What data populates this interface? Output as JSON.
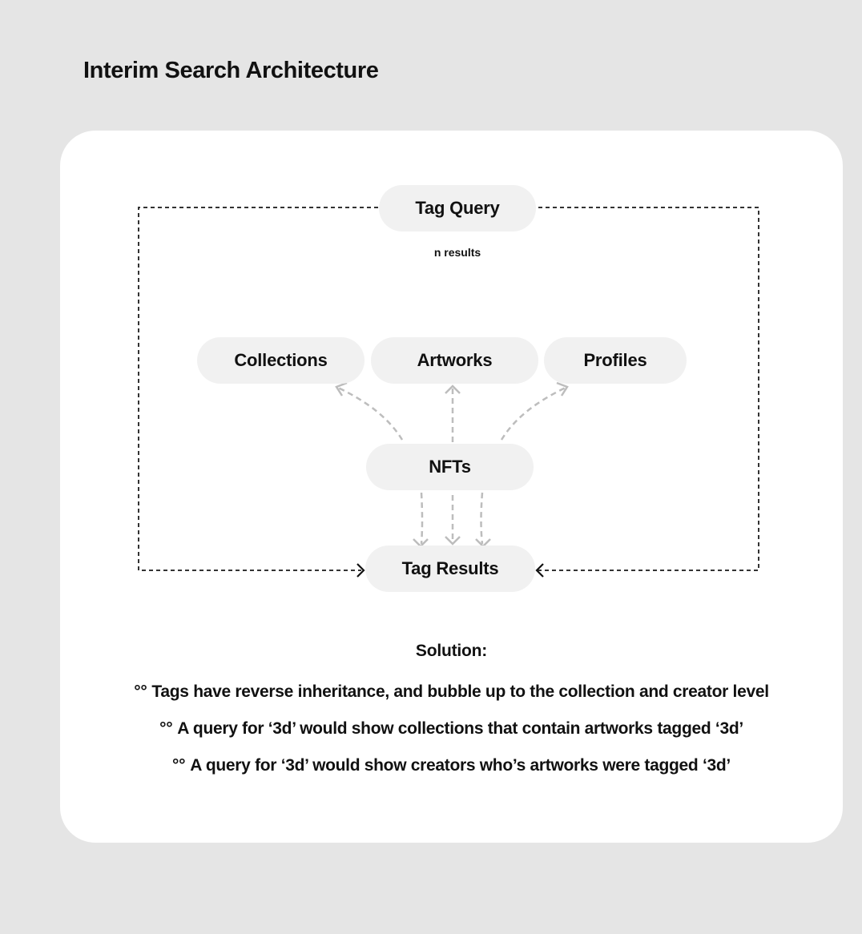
{
  "page": {
    "title": "Interim Search Architecture"
  },
  "diagram": {
    "nodes": {
      "tag_query": "Tag Query",
      "collections": "Collections",
      "artworks": "Artworks",
      "profiles": "Profiles",
      "nfts": "NFTs",
      "tag_results": "Tag Results"
    },
    "tag_query_note": "n results"
  },
  "solution": {
    "title": "Solution:",
    "bullet": "°°",
    "points": [
      "Tags have reverse inheritance, and bubble up to the collection and creator level",
      "A query for ‘3d’ would show collections that contain artworks tagged ‘3d’",
      "A query for ‘3d’ would show creators who’s artworks were tagged ‘3d’"
    ]
  },
  "colors": {
    "background": "#e5e5e5",
    "card": "#ffffff",
    "node": "#f1f1f1",
    "dark_connector": "#333333",
    "light_connector": "#bdbdbd"
  }
}
